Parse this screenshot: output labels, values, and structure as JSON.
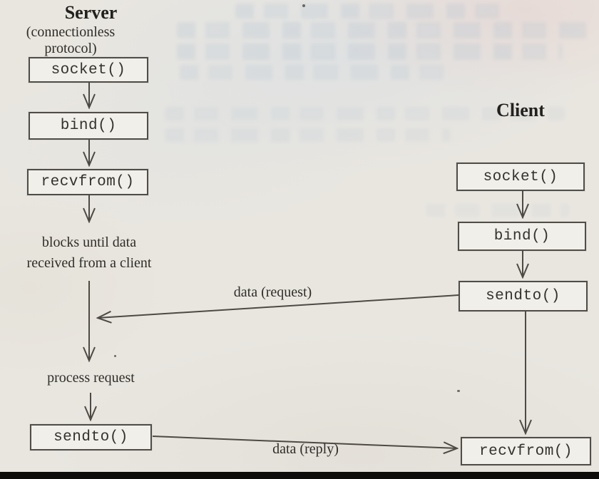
{
  "server": {
    "title": "Server",
    "subtitle": "(connectionless protocol)",
    "socket_label": "socket()",
    "bind_label": "bind()",
    "recvfrom_label": "recvfrom()",
    "sendto_label": "sendto()",
    "blocks_note_line1": "blocks until data",
    "blocks_note_line2": "received from a client",
    "process_note": "process request"
  },
  "client": {
    "title": "Client",
    "socket_label": "socket()",
    "bind_label": "bind()",
    "sendto_label": "sendto()",
    "recvfrom_label": "recvfrom()"
  },
  "messages": {
    "request_label": "data (request)",
    "reply_label": "data (reply)"
  }
}
